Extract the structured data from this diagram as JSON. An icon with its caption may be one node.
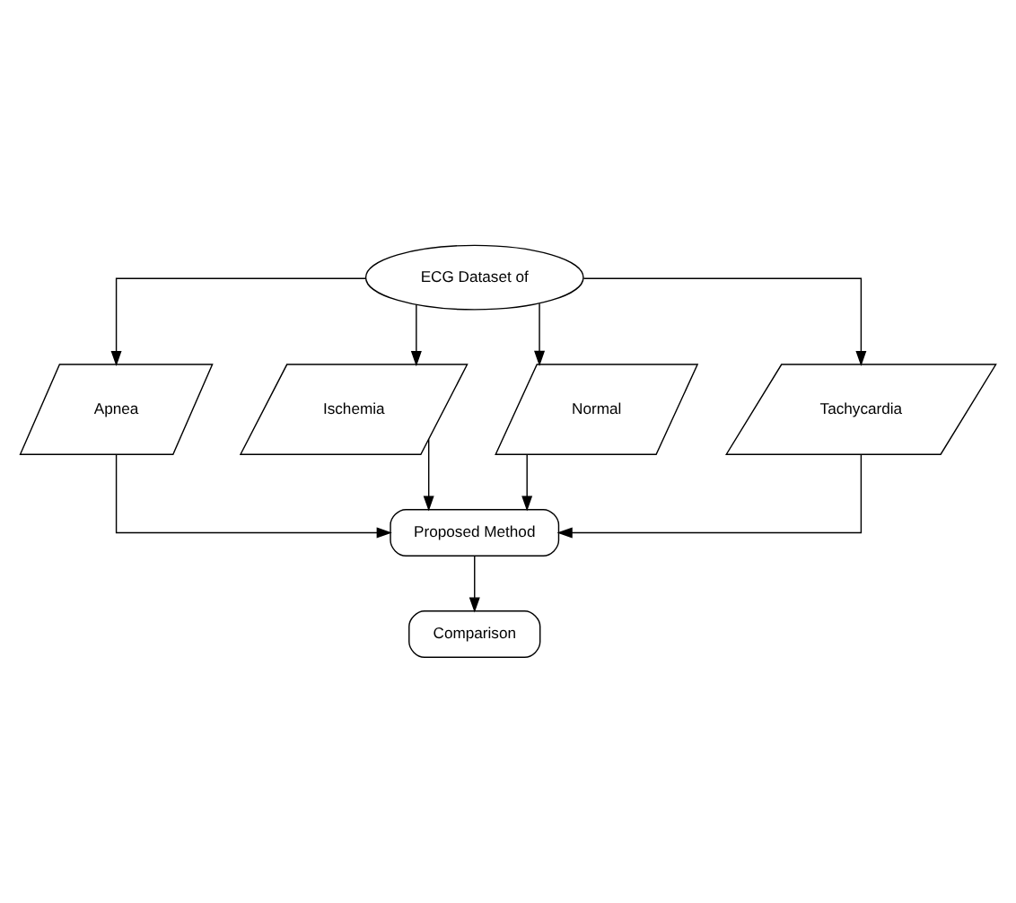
{
  "diagram": {
    "nodes": [
      {
        "text": [
          "ECG Dataset of"
        ]
      },
      {
        "text": [
          "Apnea"
        ]
      },
      {
        "text": [
          "Ischemia"
        ]
      },
      {
        "text": [
          "Normal"
        ]
      },
      {
        "text": [
          "Tachycardia"
        ]
      },
      {
        "text": [
          "Proposed Method"
        ]
      },
      {
        "text": [
          "Comparison"
        ]
      }
    ],
    "edges": [
      {
        "from": 0,
        "to": 1,
        "arrow": "to"
      },
      {
        "from": 0,
        "to": 2,
        "arrow": "to"
      },
      {
        "from": 0,
        "to": 3,
        "arrow": "to"
      },
      {
        "from": 0,
        "to": 4,
        "arrow": "to"
      },
      {
        "from": 1,
        "to": 5,
        "arrow": "to"
      },
      {
        "from": 2,
        "to": 5,
        "arrow": "to"
      },
      {
        "from": 3,
        "to": 5,
        "arrow": "to"
      },
      {
        "from": 4,
        "to": 5,
        "arrow": "to"
      },
      {
        "from": 5,
        "to": 6,
        "arrow": "to"
      }
    ]
  }
}
